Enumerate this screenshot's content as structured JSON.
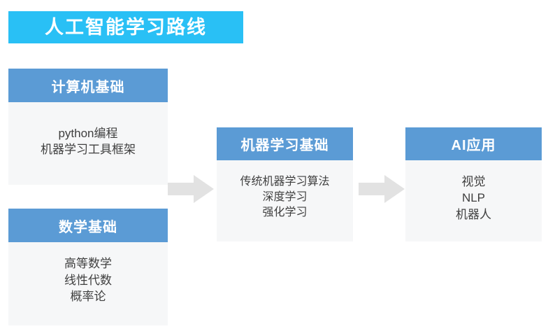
{
  "page": {
    "background_color": "#ffffff"
  },
  "title": {
    "text": "人工智能学习路线",
    "background_color": "#29c0f5",
    "text_color": "#ffffff"
  },
  "theme": {
    "header_color": "#5b9bd5",
    "card_body_color": "#f6f7f8",
    "body_text_color": "#3f3f3f",
    "arrow_color": "#e2e2e2"
  },
  "cards": [
    {
      "id": "computer-basics",
      "header": "计算机基础",
      "items": [
        "python编程",
        "机器学习工具框架"
      ]
    },
    {
      "id": "math-basics",
      "header": "数学基础",
      "items": [
        "高等数学",
        "线性代数",
        "概率论"
      ]
    },
    {
      "id": "machine-learning-basics",
      "header": "机器学习基础",
      "items": [
        "传统机器学习算法",
        "深度学习",
        "强化学习"
      ]
    },
    {
      "id": "ai-applications",
      "header": "AI应用",
      "items": [
        "视觉",
        "NLP",
        "机器人"
      ]
    }
  ],
  "arrows": [
    {
      "id": "arrow-left-to-middle",
      "direction": "right"
    },
    {
      "id": "arrow-middle-to-right",
      "direction": "right"
    }
  ]
}
